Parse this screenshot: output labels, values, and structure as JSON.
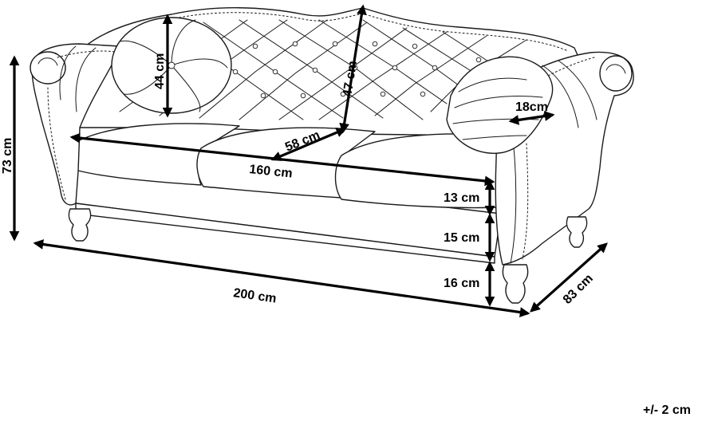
{
  "dimensions": {
    "height_total": "73 cm",
    "length_total": "200 cm",
    "depth_total": "83 cm",
    "seat_width": "160 cm",
    "seat_depth": "58 cm",
    "cushion_height": "44 cm",
    "backrest_height": "47 cm",
    "armrest_width": "18cm",
    "seat_cushion_height": "13 cm",
    "seat_frame_height": "15 cm",
    "leg_height": "16 cm"
  },
  "tolerance": "+/- 2 cm"
}
